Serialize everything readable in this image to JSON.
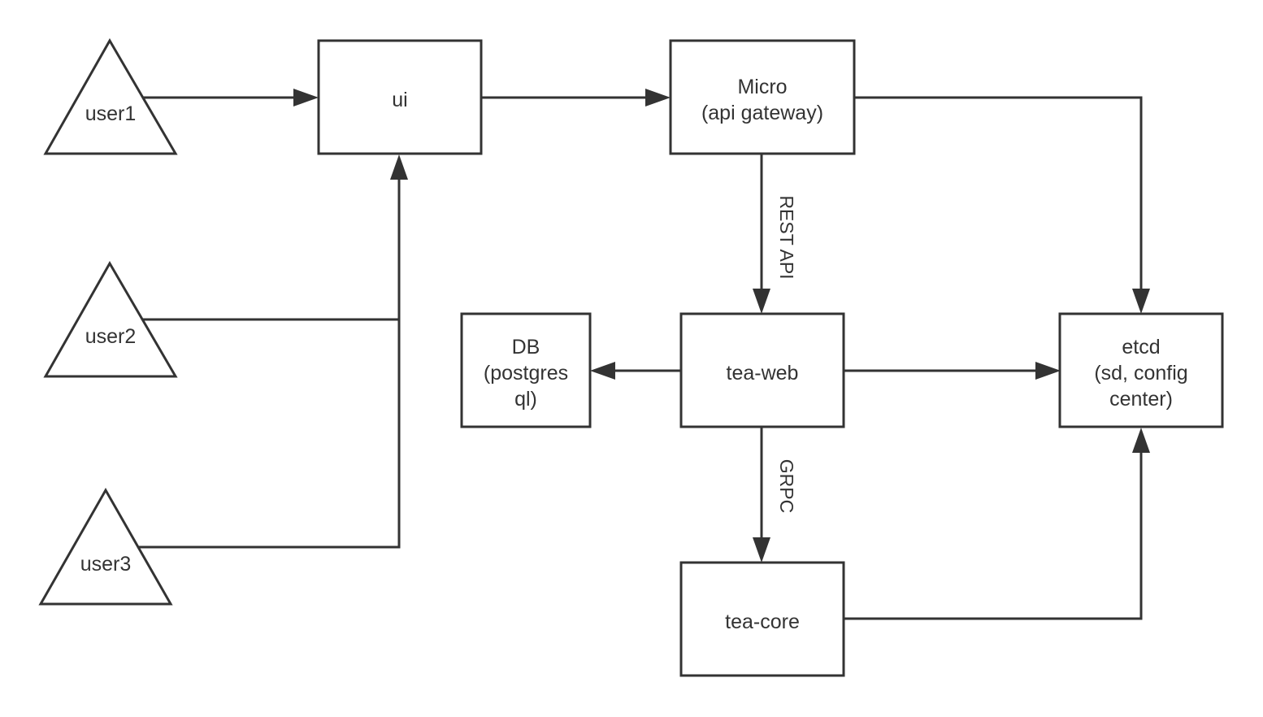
{
  "diagram": {
    "type": "architecture",
    "nodes": {
      "user1": {
        "shape": "triangle",
        "lines": [
          "user1"
        ]
      },
      "user2": {
        "shape": "triangle",
        "lines": [
          "user2"
        ]
      },
      "user3": {
        "shape": "triangle",
        "lines": [
          "user3"
        ]
      },
      "ui": {
        "shape": "rectangle",
        "lines": [
          "ui"
        ]
      },
      "micro": {
        "shape": "rectangle",
        "lines": [
          "Micro",
          "(api gateway)"
        ]
      },
      "db": {
        "shape": "rectangle",
        "lines": [
          "DB",
          "(postgres",
          "ql)"
        ]
      },
      "tea_web": {
        "shape": "rectangle",
        "lines": [
          "tea-web"
        ]
      },
      "tea_core": {
        "shape": "rectangle",
        "lines": [
          "tea-core"
        ]
      },
      "etcd": {
        "shape": "rectangle",
        "lines": [
          "etcd",
          "(sd, config",
          "center)"
        ]
      }
    },
    "edges": [
      {
        "from": "user1",
        "to": "ui",
        "label": ""
      },
      {
        "from": "user2",
        "to": "ui",
        "label": ""
      },
      {
        "from": "user3",
        "to": "ui",
        "label": ""
      },
      {
        "from": "ui",
        "to": "micro",
        "label": ""
      },
      {
        "from": "micro",
        "to": "etcd",
        "label": ""
      },
      {
        "from": "micro",
        "to": "tea_web",
        "label": "REST API"
      },
      {
        "from": "tea_web",
        "to": "db",
        "label": ""
      },
      {
        "from": "tea_web",
        "to": "etcd",
        "label": ""
      },
      {
        "from": "tea_web",
        "to": "tea_core",
        "label": "GRPC"
      },
      {
        "from": "tea_core",
        "to": "etcd",
        "label": ""
      }
    ],
    "colors": {
      "stroke": "#333333",
      "text": "#333333",
      "background": "#ffffff"
    }
  }
}
